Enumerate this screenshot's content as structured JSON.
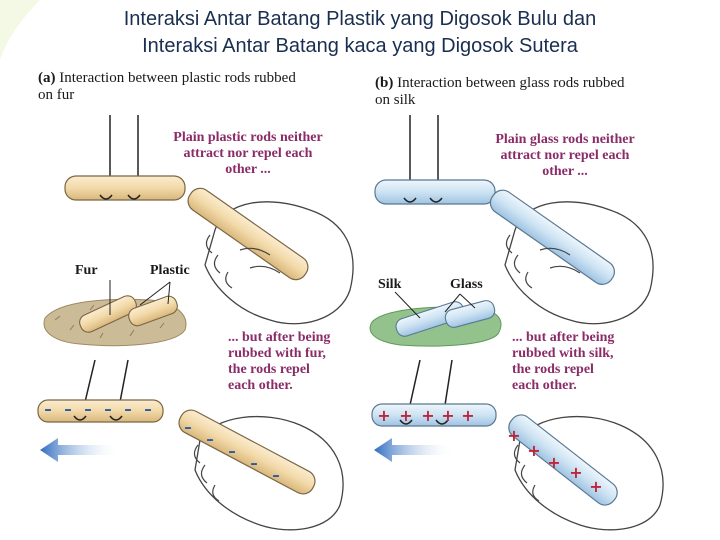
{
  "title_line1": "Interaksi Antar Batang Plastik yang Digosok Bulu dan",
  "title_line2": "Interaksi Antar Batang kaca yang Digosok Sutera",
  "panel_a": {
    "tag": "(a)",
    "heading_1": "Interaction between plastic rods rubbed",
    "heading_2": "on fur",
    "caption_top": [
      "Plain plastic rods neither",
      "attract nor repel each",
      "other ..."
    ],
    "label_fur": "Fur",
    "label_plastic": "Plastic",
    "caption_bottom": [
      "... but after being",
      "rubbed with fur,",
      "the rods repel",
      "each other."
    ],
    "charge_symbol": "–"
  },
  "panel_b": {
    "tag": "(b)",
    "heading_1": "Interaction between glass rods rubbed",
    "heading_2": "on silk",
    "caption_top": [
      "Plain glass rods neither",
      "attract nor repel each",
      "other ..."
    ],
    "label_silk": "Silk",
    "label_glass": "Glass",
    "caption_bottom": [
      "... but after being",
      "rubbed with silk,",
      "the rods repel",
      "each other."
    ],
    "charge_symbol": "+"
  },
  "colors": {
    "title": "#1a2e4f",
    "caption": "#8b2c68",
    "plastic_rod": "#f2d9a8",
    "glass_rod": "#cde3f3",
    "fur": "#c9b893",
    "silk": "#8fbf8a",
    "arrow": "#3b78c9",
    "negative": "#2a5aa8",
    "positive": "#c0263a"
  }
}
